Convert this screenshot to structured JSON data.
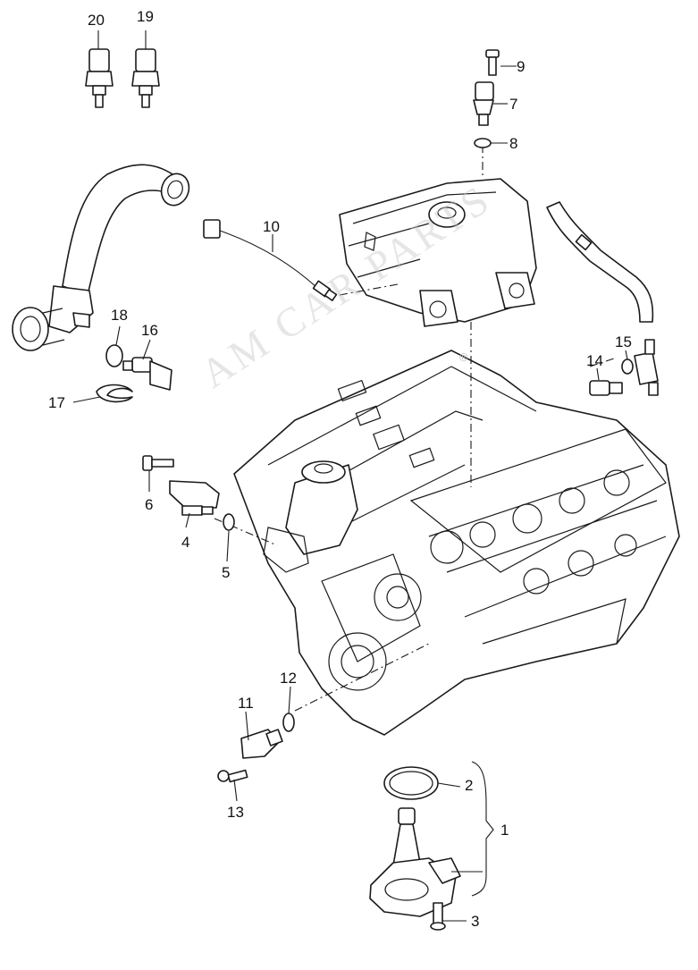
{
  "watermark": "AM CAR PARTS",
  "registered_mark": "®",
  "callouts": [
    {
      "id": "c1",
      "text": "1"
    },
    {
      "id": "c2",
      "text": "2"
    },
    {
      "id": "c3",
      "text": "3"
    },
    {
      "id": "c4",
      "text": "4"
    },
    {
      "id": "c5",
      "text": "5"
    },
    {
      "id": "c6",
      "text": "6"
    },
    {
      "id": "c7",
      "text": "7"
    },
    {
      "id": "c8",
      "text": "8"
    },
    {
      "id": "c9",
      "text": "9"
    },
    {
      "id": "c10",
      "text": "10"
    },
    {
      "id": "c11",
      "text": "11"
    },
    {
      "id": "c12",
      "text": "12"
    },
    {
      "id": "c13",
      "text": "13"
    },
    {
      "id": "c14",
      "text": "14"
    },
    {
      "id": "c15",
      "text": "15"
    },
    {
      "id": "c16",
      "text": "16"
    },
    {
      "id": "c17",
      "text": "17"
    },
    {
      "id": "c18",
      "text": "18"
    },
    {
      "id": "c19",
      "text": "19"
    },
    {
      "id": "c20",
      "text": "20"
    }
  ]
}
